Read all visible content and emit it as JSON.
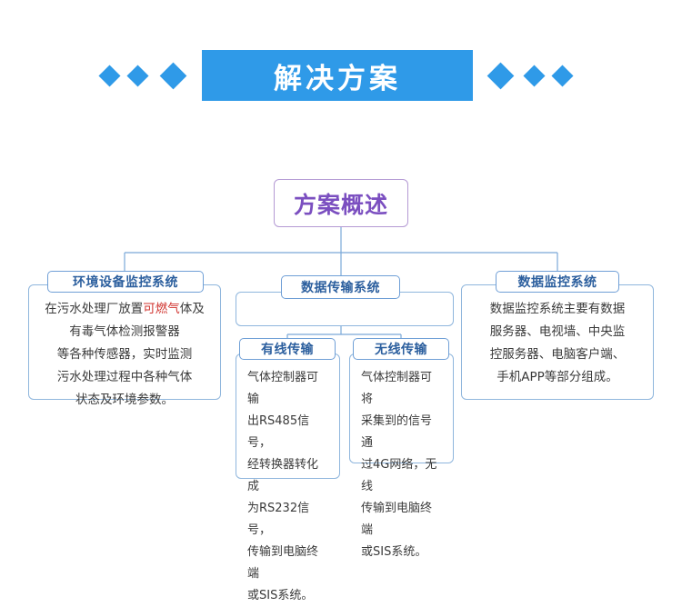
{
  "header": {
    "title": "解决方案",
    "banner_color": "#2f9ae8",
    "diamond_color": "#2f9ae8"
  },
  "overview": {
    "label": "方案概述",
    "text_color": "#7b4fc0",
    "border_color": "#b49ad4"
  },
  "nodes": {
    "env_monitor": {
      "title": "环境设备监控系统",
      "body_pre": "在污水处理厂放置",
      "body_highlight": "可燃气",
      "body_post": "体及有毒气体检测报警器\n等各种传感器，实时监测\n污水处理过程中各种气体\n状态及环境参数。",
      "highlight_color": "#d0332e"
    },
    "data_transmission": {
      "title": "数据传输系统"
    },
    "data_monitor": {
      "title": "数据监控系统",
      "body": "数据监控系统主要有数据\n服务器、电视墙、中央监\n控服务器、电脑客户端、\n手机APP等部分组成。"
    },
    "wired": {
      "title": "有线传输",
      "body": "气体控制器可输\n出RS485信号，\n经转换器转化成\n为RS232信号，\n传输到电脑终端\n或SIS系统。"
    },
    "wireless": {
      "title": "无线传输",
      "body": "气体控制器可将\n采集到的信号通\n过4G网络，无线\n传输到电脑终端\n或SIS系统。"
    }
  },
  "style": {
    "box_border": "#8fb6dd",
    "chip_border": "#6f9fd6",
    "chip_text": "#2c5f9e",
    "connector": "#7aa8d8"
  }
}
